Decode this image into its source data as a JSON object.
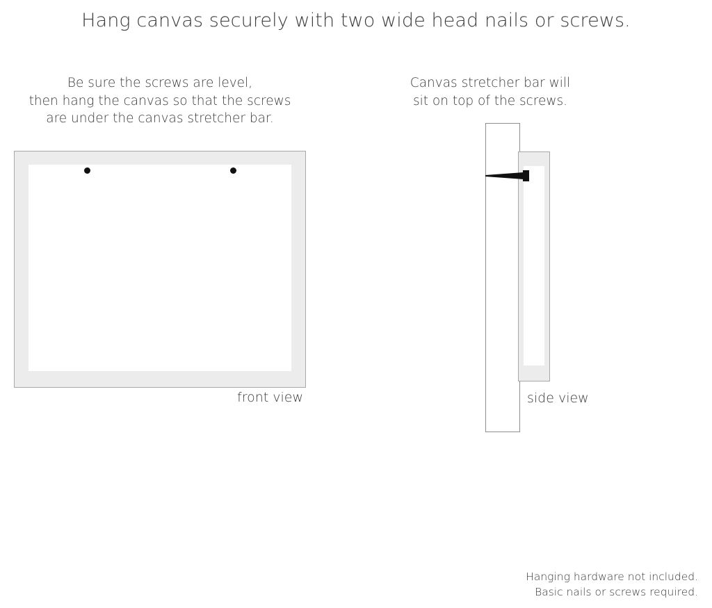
{
  "headline": "Hang canvas securely with two wide head nails or screws.",
  "captions": {
    "left": {
      "line1": "Be sure the screws are level,",
      "line2": "then hang the canvas so that the screws",
      "line3": "are under the canvas stretcher bar."
    },
    "right": {
      "line1": "Canvas stretcher bar will",
      "line2": "sit on top of the screws."
    }
  },
  "labels": {
    "front_view": "front view",
    "side_view": "side view"
  },
  "footnote": {
    "line1": "Hanging hardware not included.",
    "line2": "Basic nails or screws required."
  },
  "colors": {
    "text": "#3c3c3c",
    "frame_fill": "#ececec",
    "frame_border": "#a8a8a8",
    "canvas_white": "#ffffff",
    "wall_border": "#8e8e8e",
    "screw": "#111111",
    "background": "#ffffff"
  },
  "diagram": {
    "front_view": {
      "screw_count": 2,
      "screw_positions": [
        "left",
        "right"
      ]
    },
    "side_view": {
      "elements": [
        "wall",
        "canvas-stretcher-bar",
        "screw"
      ]
    }
  }
}
